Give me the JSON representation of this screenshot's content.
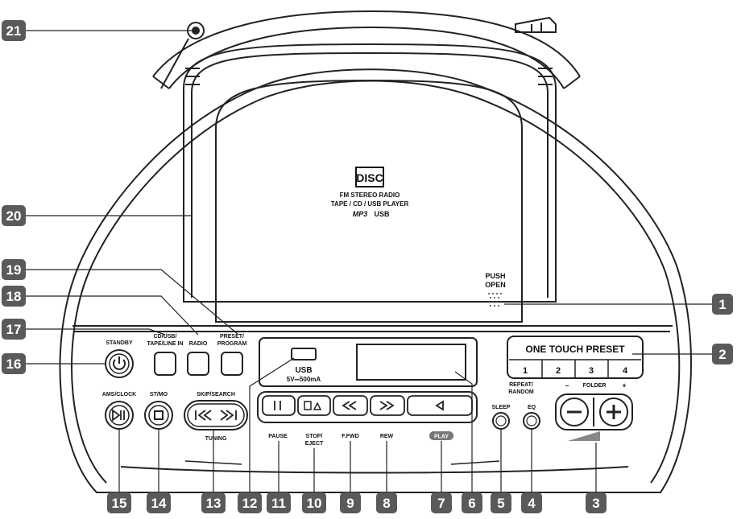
{
  "disc_logo": {
    "logo_text": "DISC",
    "line1": "FM STEREO RADIO",
    "line2": "TAPE / CD / USB PLAYER",
    "mp3": "MP3",
    "usb": "USB"
  },
  "lid": {
    "push_open": [
      "PUSH",
      "OPEN"
    ]
  },
  "panel": {
    "one_touch_preset": "ONE TOUCH PRESET",
    "presets": [
      "1",
      "2",
      "3",
      "4"
    ],
    "repeat_random": [
      "REPEAT/",
      "RANDOM"
    ],
    "folder": "FOLDER",
    "folder_minus": "–",
    "folder_plus": "+",
    "standby": "STANDBY",
    "cd_usb": [
      "CD/USB/",
      "TAPE/LINE IN"
    ],
    "radio": "RADIO",
    "preset_program": [
      "PRESET/",
      "PROGRAM"
    ],
    "usb_label": "USB",
    "usb_spec": "5V⎓500mA",
    "ams_clock": "AMS/CLOCK",
    "st_mo": "ST/MO",
    "skip_search": "SKIP/SEARCH",
    "tuning": "TUNING",
    "sleep": "SLEEP",
    "eq": "EQ",
    "tape_labels": {
      "pause": "PAUSE",
      "stop_eject": [
        "STOP/",
        "EJECT"
      ],
      "ffwd": "F.FWD",
      "rew": "REW",
      "play": "PLAY"
    }
  },
  "callouts": {
    "n1": "1",
    "n2": "2",
    "n3": "3",
    "n4": "4",
    "n5": "5",
    "n6": "6",
    "n7": "7",
    "n8": "8",
    "n9": "9",
    "n10": "10",
    "n11": "11",
    "n12": "12",
    "n13": "13",
    "n14": "14",
    "n15": "15",
    "n16": "16",
    "n17": "17",
    "n18": "18",
    "n19": "19",
    "n20": "20",
    "n21": "21"
  },
  "colors": {
    "callout_bg": "#5a5a5a",
    "line": "#222222"
  }
}
